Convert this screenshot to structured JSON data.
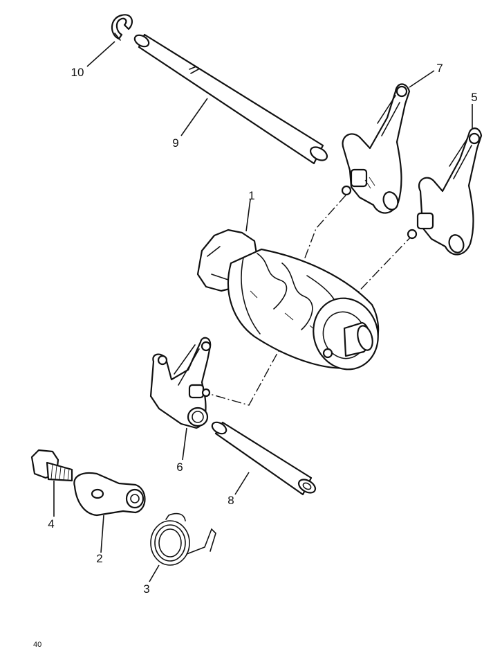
{
  "callouts": {
    "p1": "1",
    "p2": "2",
    "p3": "3",
    "p4": "4",
    "p5": "5",
    "p6": "6",
    "p7": "7",
    "p8": "8",
    "p9": "9",
    "p10": "10"
  },
  "page_number": "40"
}
